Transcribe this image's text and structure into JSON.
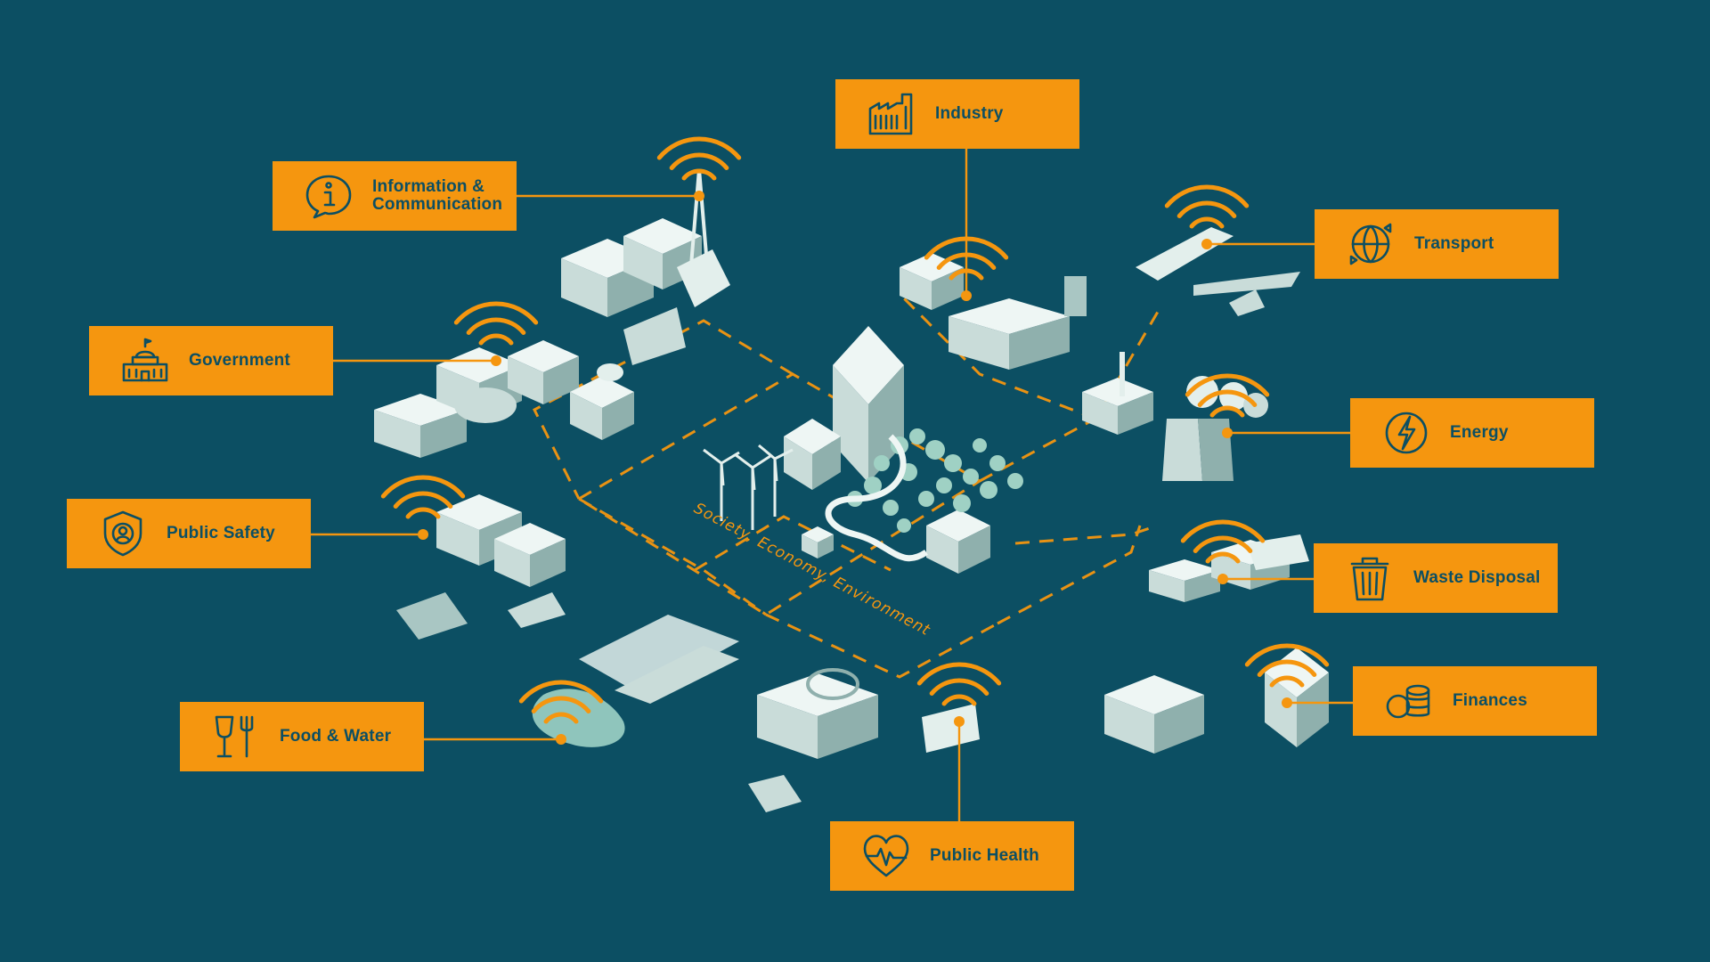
{
  "hub_label": "Society, Economy, Environment",
  "sectors": [
    {
      "key": "info",
      "label": "Information &\nCommunication",
      "icon": "info-speech-bubble-icon"
    },
    {
      "key": "industry",
      "label": "Industry",
      "icon": "factory-icon"
    },
    {
      "key": "transport",
      "label": "Transport",
      "icon": "globe-arrows-icon"
    },
    {
      "key": "government",
      "label": "Government",
      "icon": "capitol-building-icon"
    },
    {
      "key": "energy",
      "label": "Energy",
      "icon": "lightning-bolt-icon"
    },
    {
      "key": "safety",
      "label": "Public Safety",
      "icon": "shield-person-icon"
    },
    {
      "key": "waste",
      "label": "Waste Disposal",
      "icon": "trash-can-icon"
    },
    {
      "key": "food",
      "label": "Food & Water",
      "icon": "glass-fork-icon"
    },
    {
      "key": "finances",
      "label": "Finances",
      "icon": "coin-stack-icon"
    },
    {
      "key": "health",
      "label": "Public Health",
      "icon": "heart-pulse-icon"
    }
  ],
  "colors": {
    "background": "#0c4f63",
    "accent": "#f5960f",
    "building_light": "#e3efec",
    "building_mid": "#a9c6c3",
    "tree": "#9fd1c4"
  }
}
